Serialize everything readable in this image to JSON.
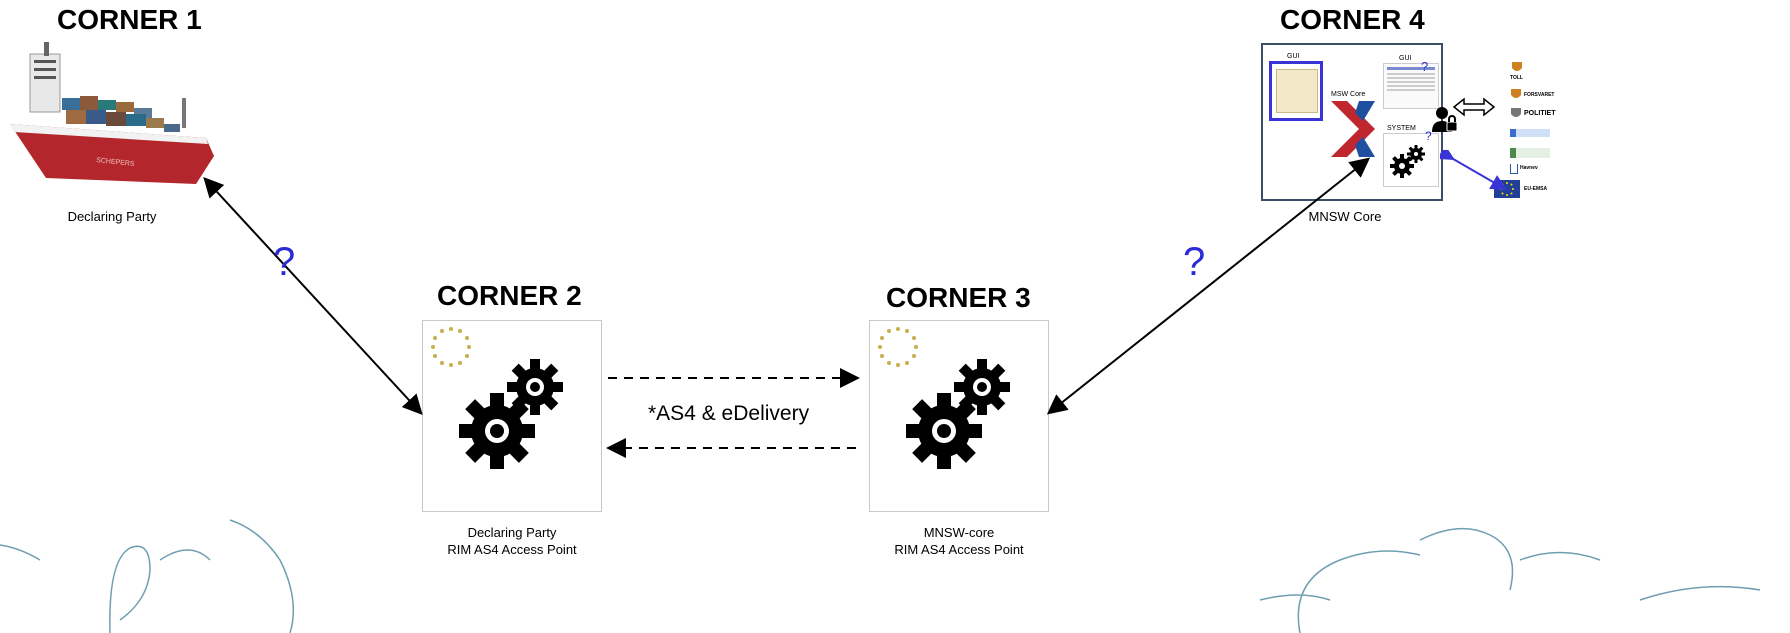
{
  "corners": {
    "c1": {
      "title": "CORNER 1",
      "caption": "Declaring Party"
    },
    "c2": {
      "title": "CORNER 2",
      "caption_line1": "Declaring Party",
      "caption_line2": "RIM AS4 Access Point"
    },
    "c3": {
      "title": "CORNER 3",
      "caption_line1": "MNSW-core",
      "caption_line2": "RIM AS4 Access Point"
    },
    "c4": {
      "title": "CORNER 4",
      "caption": "MNSW Core"
    }
  },
  "links": {
    "left_question": "?",
    "right_question": "?",
    "as4_label": "*AS4 & eDelivery"
  },
  "mnsw_core": {
    "gui_left": "GUI",
    "gui_right": "GUI",
    "core_label": "MSW Core",
    "system_label": "SYSTEM",
    "question_gui": "?",
    "question_system": "?"
  },
  "agencies": [
    {
      "name": "TOLL",
      "color": "#cc2222"
    },
    {
      "name": "FORSVARET",
      "color": "#555555"
    },
    {
      "name": "POLITIET",
      "color": "#333333"
    },
    {
      "name": "",
      "color": "#3a6ec8"
    },
    {
      "name": "",
      "color": "#4a8a4a"
    },
    {
      "name": "Havnev",
      "color": "#2a5aa0"
    },
    {
      "name": "EU-EMSA",
      "color": "#1f3f99"
    }
  ],
  "colors": {
    "arrow": "#000000",
    "question": "#2a2ad6",
    "ship_hull": "#b3262b",
    "eu_star": "#c9b04a",
    "x_red": "#c0262d",
    "x_blue": "#1f4fa0",
    "swirl": "#6f9eb0"
  }
}
